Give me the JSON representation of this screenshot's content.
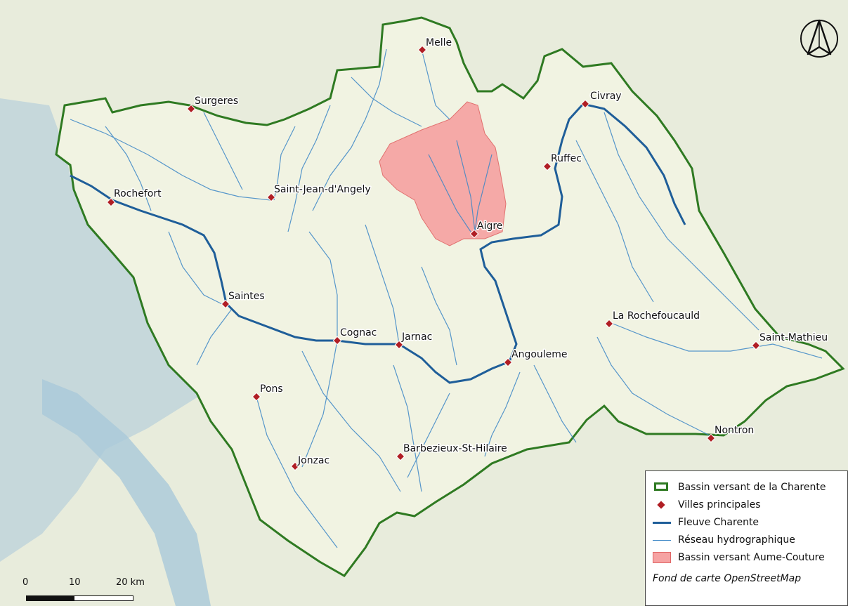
{
  "map": {
    "base_color": "#e8ecdc",
    "basin_fill": "#f1f3e2",
    "basin_border_color": "#2f7a22",
    "river_color": "#1f5e99",
    "hydro_color": "#3b86c6",
    "subbasin_fill": "#f6a3a3",
    "sea_color": "#a9c9da",
    "city_color": "#b01e24"
  },
  "cities": [
    {
      "name": "Melle"
    },
    {
      "name": "Surgeres"
    },
    {
      "name": "Civray"
    },
    {
      "name": "Ruffec"
    },
    {
      "name": "Rochefort"
    },
    {
      "name": "Saint-Jean-d'Angely"
    },
    {
      "name": "Aigre"
    },
    {
      "name": "Saintes"
    },
    {
      "name": "La Rochefoucauld"
    },
    {
      "name": "Cognac"
    },
    {
      "name": "Jarnac"
    },
    {
      "name": "Angouleme"
    },
    {
      "name": "Saint-Mathieu"
    },
    {
      "name": "Pons"
    },
    {
      "name": "Nontron"
    },
    {
      "name": "Barbezieux-St-Hilaire"
    },
    {
      "name": "Jonzac"
    }
  ],
  "legend": {
    "basin": "Bassin versant de la Charente",
    "cities": "Villes principales",
    "river": "Fleuve Charente",
    "hydro": "Réseau hydrographique",
    "subbasin": "Bassin versant Aume-Couture",
    "credit": "Fond de carte OpenStreetMap"
  },
  "scale": {
    "labels": [
      "0",
      "10",
      "20 km"
    ]
  },
  "north_arrow": {
    "icon": "north-arrow-icon"
  }
}
